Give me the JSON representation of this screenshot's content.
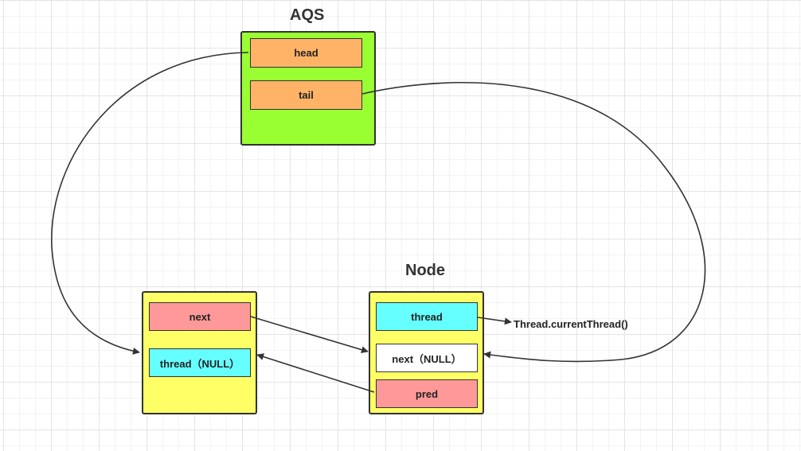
{
  "aqs": {
    "title": "AQS",
    "color": "#99ff33",
    "fields": {
      "head": "head",
      "tail": "tail"
    },
    "field_color": "#ffb366"
  },
  "node_left": {
    "color": "#ffff66",
    "fields": {
      "next": "next",
      "thread": "thread（NULL）"
    }
  },
  "node_right": {
    "title": "Node",
    "color": "#ffff66",
    "fields": {
      "thread": "thread",
      "next": "next（NULL）",
      "pred": "pred"
    }
  },
  "field_colors": {
    "red": "#ff9999",
    "cyan": "#66ffff",
    "white": "#ffffff"
  },
  "external": {
    "current_thread": "Thread.currentThread()"
  }
}
